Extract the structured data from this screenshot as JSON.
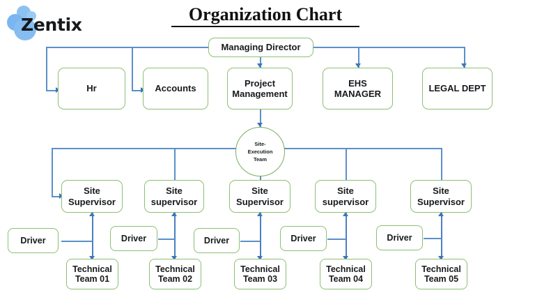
{
  "brand": {
    "name": "Zentix",
    "logo_icon": "zentix-bubbles-logo",
    "accent": "#7ab6ef"
  },
  "page": {
    "title": "Organization Chart "
  },
  "theme": {
    "node_border": "#8cbf73",
    "connector": "#5b8fc9",
    "arrow": "#3f74bb",
    "background": "#ffffff",
    "text": "#17191c"
  },
  "chart_data": {
    "type": "diagram",
    "title": "Organization Chart ",
    "levels": [
      {
        "name": "executive",
        "nodes": [
          {
            "id": "md",
            "label": "Managing Director"
          }
        ]
      },
      {
        "name": "departments",
        "nodes": [
          {
            "id": "hr",
            "label": "Hr"
          },
          {
            "id": "acct",
            "label": "Accounts"
          },
          {
            "id": "pm",
            "label": "Project\nManagement"
          },
          {
            "id": "ehs",
            "label": "EHS\nMANAGER"
          },
          {
            "id": "legal",
            "label": "LEGAL DEPT"
          }
        ]
      },
      {
        "name": "hub",
        "nodes": [
          {
            "id": "set",
            "label": "Site-\nExecution\nTeam"
          }
        ]
      },
      {
        "name": "supervisors",
        "nodes": [
          {
            "id": "sup1",
            "label": "Site\nSupervisor"
          },
          {
            "id": "sup2",
            "label": "Site\nsupervisor"
          },
          {
            "id": "sup3",
            "label": "Site\nSupervisor"
          },
          {
            "id": "sup4",
            "label": "Site\nsupervisor"
          },
          {
            "id": "sup5",
            "label": "Site\nSupervisor"
          }
        ]
      },
      {
        "name": "drivers",
        "nodes": [
          {
            "id": "drv1",
            "label": "Driver"
          },
          {
            "id": "drv2",
            "label": "Driver"
          },
          {
            "id": "drv3",
            "label": "Driver"
          },
          {
            "id": "drv4",
            "label": "Driver"
          },
          {
            "id": "drv5",
            "label": "Driver"
          }
        ]
      },
      {
        "name": "technical_teams",
        "nodes": [
          {
            "id": "tt1",
            "label": "Technical\nTeam 01"
          },
          {
            "id": "tt2",
            "label": "Technical\nTeam 02"
          },
          {
            "id": "tt3",
            "label": "Technical\nTeam 03"
          },
          {
            "id": "tt4",
            "label": "Technical\nTeam 04"
          },
          {
            "id": "tt5",
            "label": "Technical\nTeam 05"
          }
        ]
      }
    ]
  },
  "nodes": {
    "managing_director": "Managing Director",
    "hr": "Hr",
    "accounts": "Accounts",
    "project_management_l1": "Project",
    "project_management_l2": "Management",
    "ehs_l1": "EHS",
    "ehs_l2": "MANAGER",
    "legal_dept": "LEGAL DEPT",
    "site_exec_l1": "Site-",
    "site_exec_l2": "Execution",
    "site_exec_l3": "Team",
    "sup1_l1": "Site",
    "sup1_l2": "Supervisor",
    "sup2_l1": "Site",
    "sup2_l2": "supervisor",
    "sup3_l1": "Site",
    "sup3_l2": "Supervisor",
    "sup4_l1": "Site",
    "sup4_l2": "supervisor",
    "sup5_l1": "Site",
    "sup5_l2": "Supervisor",
    "driver1": "Driver",
    "driver2": "Driver",
    "driver3": "Driver",
    "driver4": "Driver",
    "driver5": "Driver",
    "tt1_l1": "Technical",
    "tt1_l2": "Team 01",
    "tt2_l1": "Technical",
    "tt2_l2": "Team 02",
    "tt3_l1": "Technical",
    "tt3_l2": "Team 03",
    "tt4_l1": "Technical",
    "tt4_l2": "Team 04",
    "tt5_l1": "Technical",
    "tt5_l2": "Team 05"
  }
}
